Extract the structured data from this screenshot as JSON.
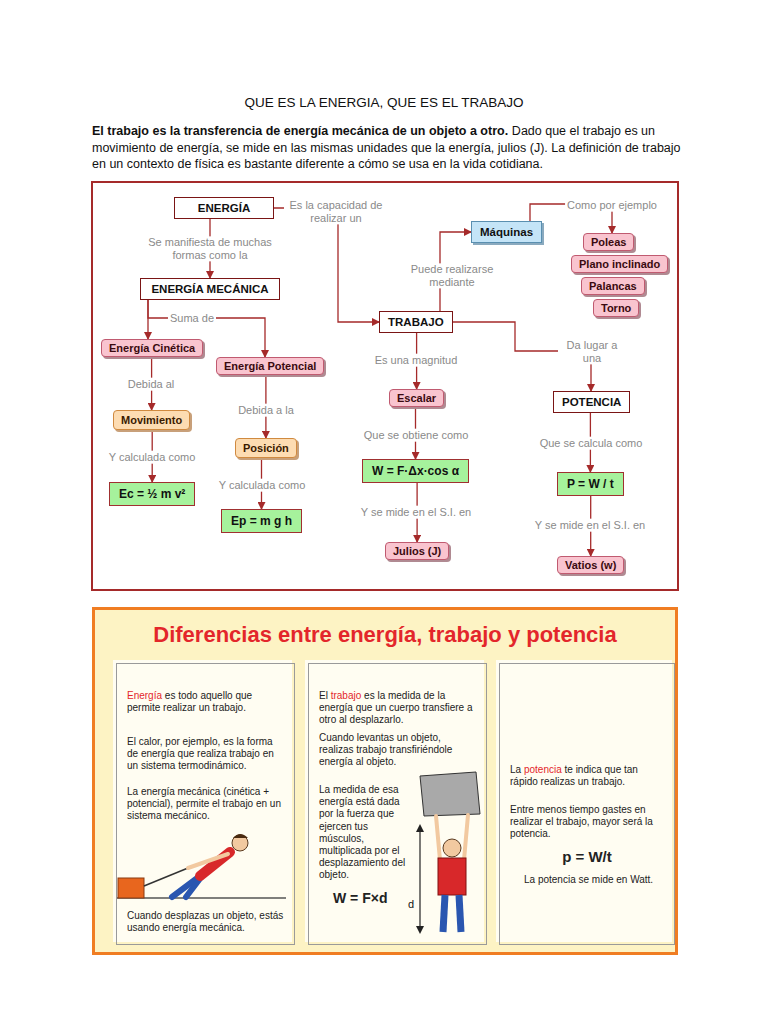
{
  "diagram": {
    "title": "QUE ES LA ENERGIA, QUE ES EL TRABAJO",
    "nodes": [
      {
        "text": [
          "ENERGÍA"
        ]
      },
      {
        "text": [
          "Máquinas"
        ]
      },
      {
        "text": [
          "Poleas"
        ]
      },
      {
        "text": [
          "Plano inclinado"
        ]
      },
      {
        "text": [
          "Palancas"
        ]
      },
      {
        "text": [
          "Torno"
        ]
      },
      {
        "text": [
          "ENERGÍA MECÁNICA"
        ]
      },
      {
        "text": [
          "TRABAJO"
        ]
      },
      {
        "text": [
          "Energía Cinética"
        ]
      },
      {
        "text": [
          "Energía Potencial"
        ]
      },
      {
        "text": [
          "Movimiento"
        ]
      },
      {
        "text": [
          "Escalar"
        ]
      },
      {
        "text": [
          "POTENCIA"
        ]
      },
      {
        "text": [
          "Posición"
        ]
      },
      {
        "text": [
          "W = F·Δx·cos α"
        ]
      },
      {
        "text": [
          "P = W / t"
        ]
      },
      {
        "text": [
          "Ec = ½ m v²"
        ]
      },
      {
        "text": [
          "Ep = m g h"
        ]
      },
      {
        "text": [
          "Julios (J)"
        ]
      },
      {
        "text": [
          "Vatios (w)"
        ]
      },
      {
        "text": [
          "Diferencias entre energía, trabajo y potencia"
        ]
      },
      {
        "text": [
          "Energía",
          "es todo aquello que permite realizar un trabajo.",
          "El calor, por ejemplo, es la forma de energía que realiza trabajo en un sistema termodinámico.",
          "La energía mecánica (cinética + potencial), permite el trabajo en un sistema mecánico.",
          "Cuando desplazas un objeto, estás usando energía mecánica."
        ],
        "in": 20
      },
      {
        "text": [
          "El",
          "trabajo",
          "es la medida de la energía que un cuerpo transfiere a otro al desplazarlo.",
          "Cuando levantas un objeto, realizas trabajo transfiriéndole energía al objeto.",
          "La medida de esa energía está dada por la fuerza que ejercen tus músculos, multiplicada por el desplazamiento del objeto.",
          "W = F×d"
        ],
        "in": 20
      },
      {
        "text": [
          "La",
          "potencia",
          "te indica que tan rápido realizas un trabajo.",
          "Entre menos tiempo gastes en realizar el trabajo, mayor será la potencia.",
          "p = W/t",
          "La potencia se mide en Watt."
        ],
        "in": 20
      }
    ],
    "edges": [
      {
        "from": 0,
        "to": 7,
        "label": "Es la capacidad de realizar un",
        "arrow": "to"
      },
      {
        "from": 0,
        "to": 6,
        "label": "Se manifiesta de muchas formas como la",
        "arrow": "to"
      },
      {
        "from": 6,
        "to": 8,
        "label": "Suma de",
        "arrow": "to"
      },
      {
        "from": 6,
        "to": 9,
        "arrow": "to"
      },
      {
        "from": 7,
        "to": 1,
        "label": "Puede realizarse mediante",
        "arrow": "to"
      },
      {
        "from": 1,
        "to": 2,
        "label": "Como por ejemplo",
        "arrow": "to"
      },
      {
        "from": 8,
        "to": 10,
        "label": "Debida al",
        "arrow": "to"
      },
      {
        "from": 10,
        "to": 16,
        "label": "Y calculada como",
        "arrow": "to"
      },
      {
        "from": 9,
        "to": 13,
        "label": "Debida a la",
        "arrow": "to"
      },
      {
        "from": 13,
        "to": 17,
        "label": "Y calculada como",
        "arrow": "to"
      },
      {
        "from": 7,
        "to": 11,
        "label": "Es una magnitud",
        "arrow": "to"
      },
      {
        "from": 11,
        "to": 14,
        "label": "Que se obtiene como",
        "arrow": "to"
      },
      {
        "from": 14,
        "to": 18,
        "label": "Y se mide en el S.I. en",
        "arrow": "to"
      },
      {
        "from": 7,
        "to": 12,
        "label": "Da lugar a una",
        "arrow": "to"
      },
      {
        "from": 12,
        "to": 15,
        "label": "Que se calcula como",
        "arrow": "to"
      },
      {
        "from": 15,
        "to": 19,
        "label": "Y se mide en el S.I. en",
        "arrow": "to"
      }
    ],
    "labels": [
      "El trabajo es la transferencia de energía mecánica de un objeto a otro.",
      "Dado que el trabajo es un movimiento de energía, se mide en las mismas unidades que la energía, julios (J). La definición de trabajo en un contexto de física es bastante diferente a cómo se usa en la vida cotidiana.",
      "d"
    ]
  }
}
